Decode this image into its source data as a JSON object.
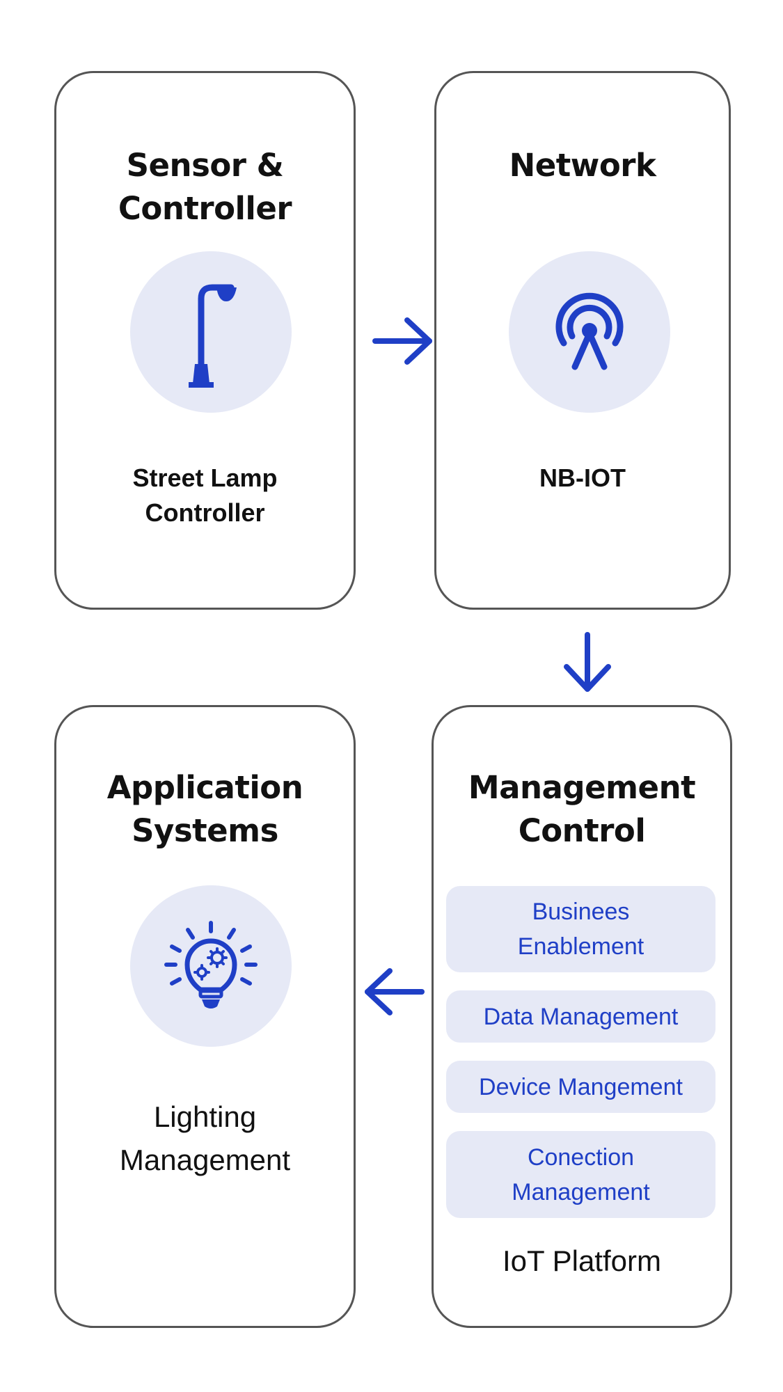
{
  "colors": {
    "accent": "#1f3fc6",
    "circle_fill": "#e6e9f6",
    "border": "#555555",
    "text": "#111111"
  },
  "cards": {
    "sensor": {
      "title": "Sensor &\nController",
      "label": "Street Lamp\nController",
      "icon": "street-lamp-icon"
    },
    "network": {
      "title": "Network",
      "label": "NB-IOT",
      "icon": "antenna-icon"
    },
    "app": {
      "title": "Application\nSystems",
      "label": "Lighting\nManagement",
      "icon": "lightbulb-gears-icon"
    },
    "mgmt": {
      "title": "Management\nControl",
      "items": [
        "Businees\nEnablement",
        "Data Management",
        "Device Mangement",
        "Conection\nManagement"
      ],
      "label": "IoT Platform"
    }
  },
  "arrows": [
    "arrow-right-icon",
    "arrow-down-icon",
    "arrow-left-icon"
  ]
}
